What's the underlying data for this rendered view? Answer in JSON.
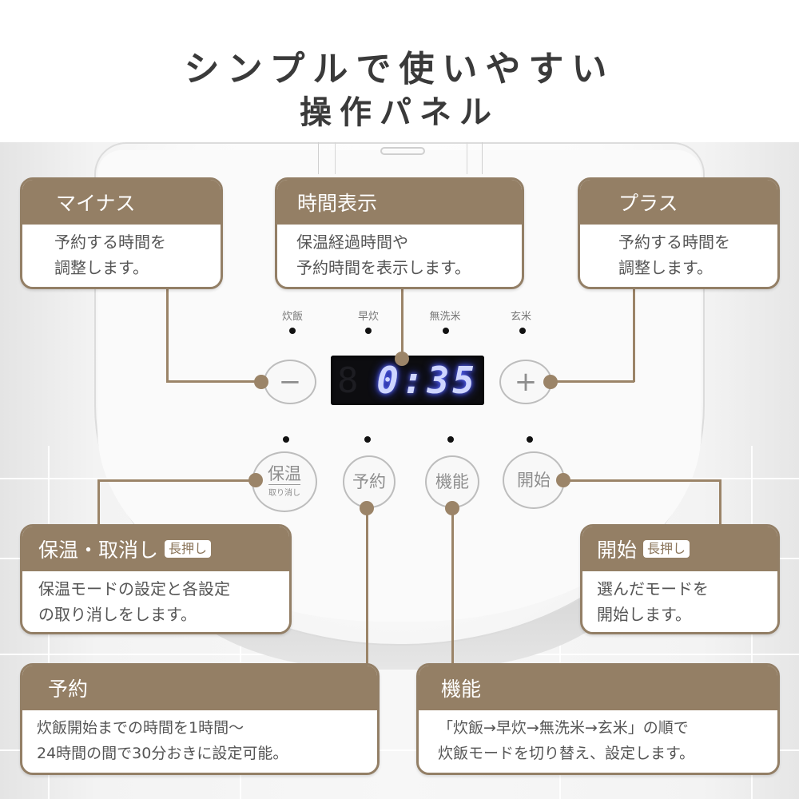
{
  "header": {
    "title_line1": "シンプルで使いやすい",
    "title_line2": "操作パネル"
  },
  "panel": {
    "mode_labels": [
      "炊飯",
      "早炊",
      "無洗米",
      "玄米"
    ],
    "display": {
      "ghost_digit": "8",
      "time": "0:35",
      "color": "#cfd6ff"
    },
    "minus_button": "−",
    "plus_button": "+",
    "buttons": [
      {
        "label": "保温",
        "sub": "取り消し"
      },
      {
        "label": "予約"
      },
      {
        "label": "機能"
      },
      {
        "label": "開始"
      }
    ]
  },
  "callouts": {
    "minus": {
      "title": "マイナス",
      "body1": "予約する時間を",
      "body2": "調整します。"
    },
    "time_display": {
      "title": "時間表示",
      "body1": "保温経過時間や",
      "body2": "予約時間を表示します。"
    },
    "plus": {
      "title": "プラス",
      "body1": "予約する時間を",
      "body2": "調整します。"
    },
    "keep_warm": {
      "title": "保温・取消し",
      "badge": "長押し",
      "body1": "保温モードの設定と各設定",
      "body2": "の取り消しをします。"
    },
    "start": {
      "title": "開始",
      "badge": "長押し",
      "body1": "選んだモードを",
      "body2": "開始します。"
    },
    "timer": {
      "title": "予約",
      "body1": "炊飯開始までの時間を1時間～",
      "body2": "24時間の間で30分おきに設定可能。"
    },
    "function": {
      "title": "機能",
      "body1": "「炊飯→早炊→無洗米→玄米」の順で",
      "body2": "炊飯モードを切り替え、設定します。"
    }
  },
  "colors": {
    "accent": "#947f65",
    "card_bg": "#ffffff",
    "title_text": "#3a3a3a"
  }
}
